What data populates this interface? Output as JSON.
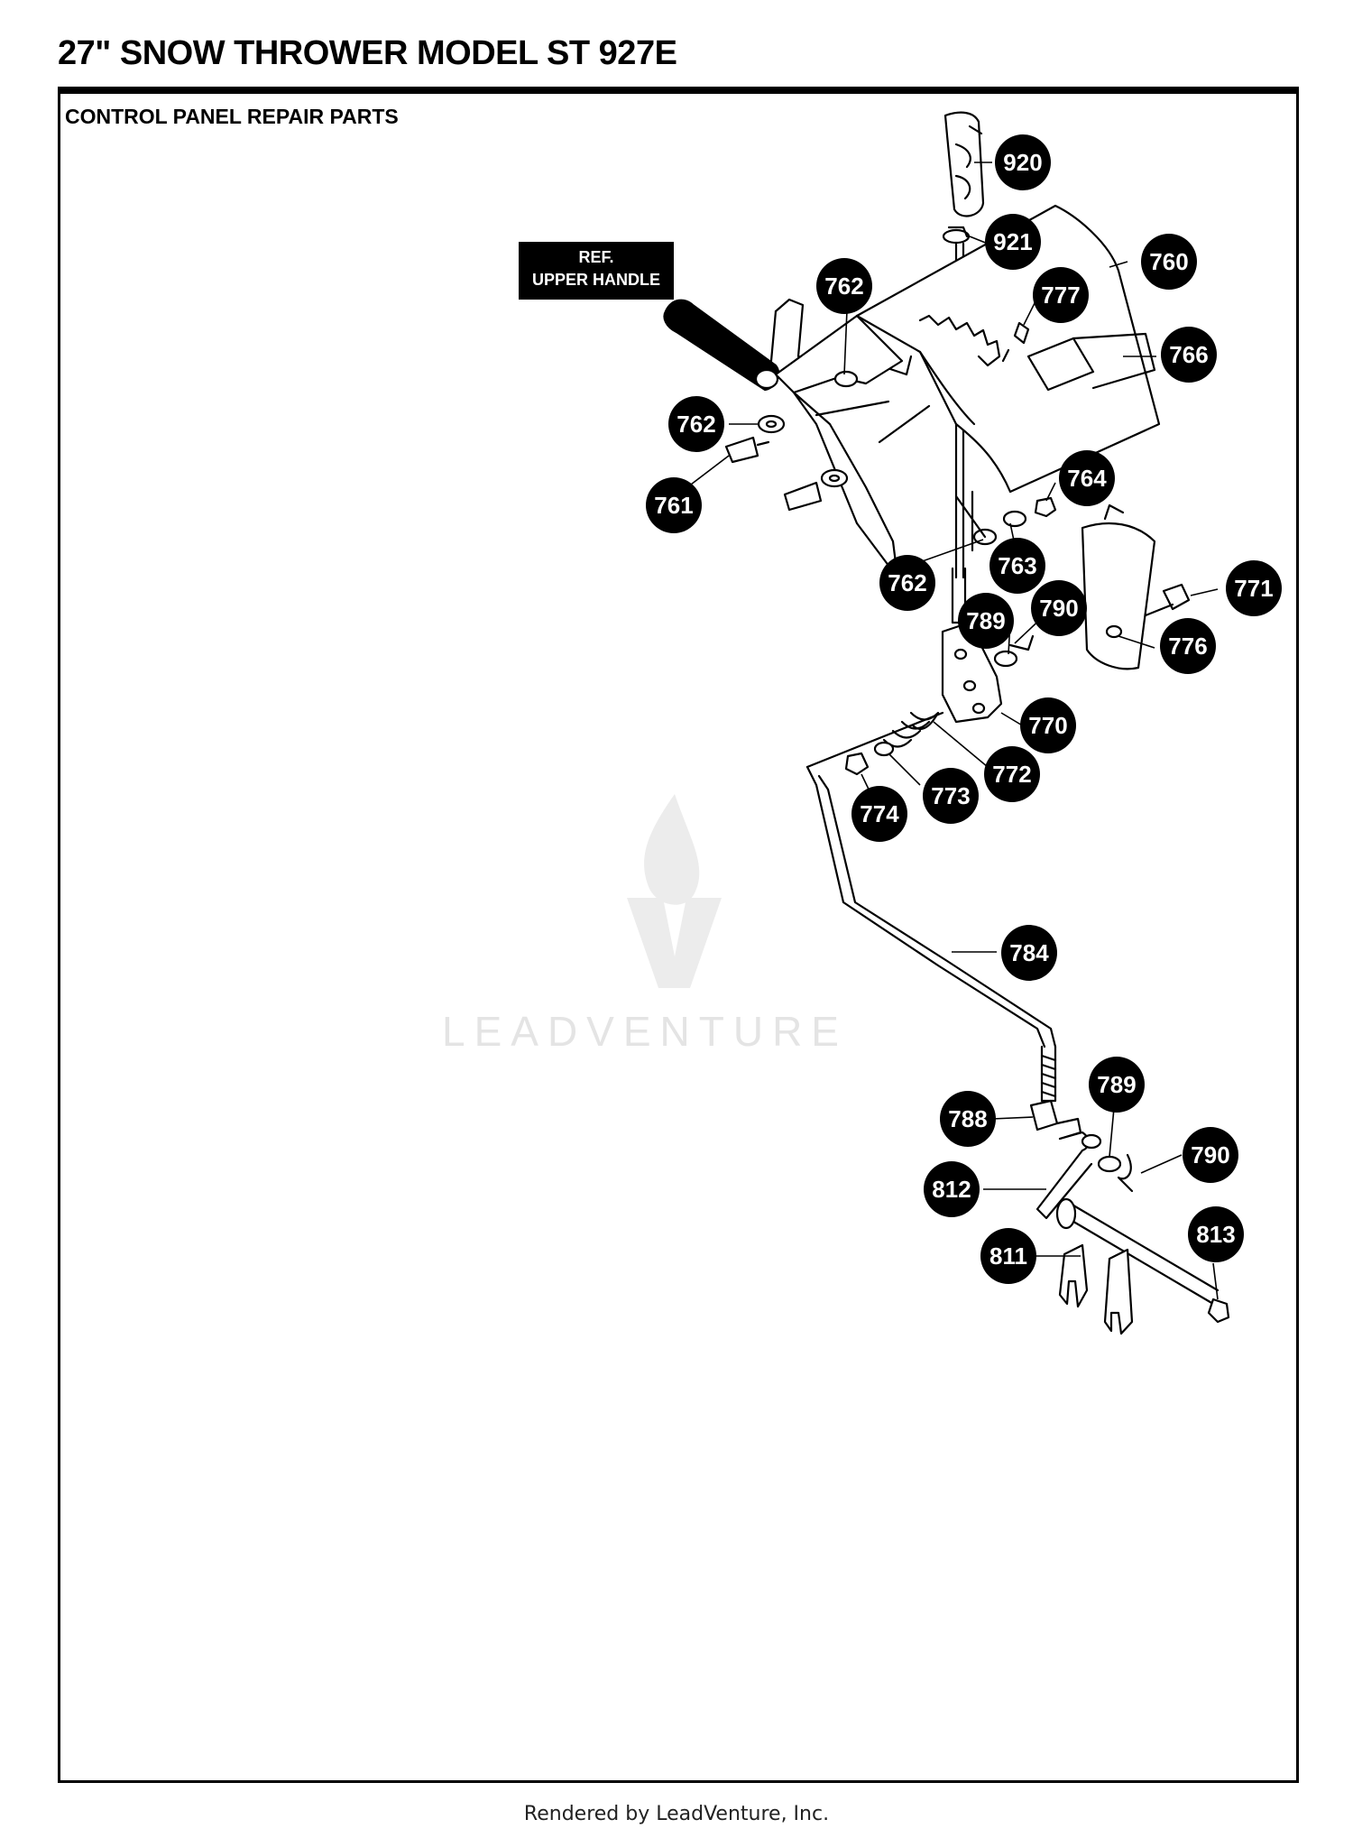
{
  "header": {
    "title": "27\" SNOW THROWER MODEL ST 927E",
    "section_title": "CONTROL PANEL REPAIR PARTS"
  },
  "diagram": {
    "ref_label": {
      "line1": "REF.",
      "line2": "UPPER HANDLE"
    },
    "callouts": [
      "920",
      "921",
      "760",
      "777",
      "766",
      "762",
      "762",
      "761",
      "764",
      "763",
      "762",
      "771",
      "789",
      "790",
      "776",
      "770",
      "772",
      "773",
      "774",
      "784",
      "789",
      "788",
      "790",
      "812",
      "813",
      "811"
    ]
  },
  "watermark": {
    "text": "LEADVENTURE"
  },
  "footer": {
    "text": "Rendered by LeadVenture, Inc."
  },
  "colors": {
    "ink": "#000000",
    "watermark": "#e4e4e4",
    "background": "#ffffff"
  }
}
